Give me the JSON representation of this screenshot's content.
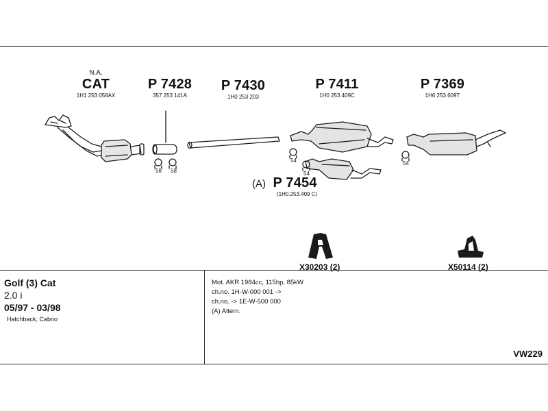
{
  "parts": {
    "cat": {
      "note": "N.A.",
      "code": "CAT",
      "number": "1H1 253 058AX"
    },
    "p7428": {
      "code": "P 7428",
      "number": "357 253 141A"
    },
    "p7430": {
      "code": "P 7430",
      "number": "1H0 253 203"
    },
    "p7411": {
      "code": "P 7411",
      "number": "1H0 253 409C"
    },
    "p7369": {
      "code": "P 7369",
      "number": "1H6 253 609T"
    },
    "p7454": {
      "prefix": "(A)",
      "code": "P 7454",
      "number": "(1H0.253.409 C)"
    }
  },
  "clamps": {
    "left_58a": "58",
    "left_58b": "58",
    "mid_54a": "54",
    "mid_54b": "54",
    "right_54": "54"
  },
  "hangers": {
    "x30203": "X30203 (2)",
    "x50114": "X50114 (2)"
  },
  "vehicle": {
    "model": "Golf (3) Cat",
    "engine": "2.0 i",
    "period": "05/97 - 03/98",
    "body": "Hatchback, Cabrio"
  },
  "details": [
    "Mot. AKR 1984cc, 115hp, 85kW",
    "ch.no. 1H-W-000 001 ->",
    "ch.no. -> 1E-W-500 000",
    "(A) Altern."
  ],
  "reference": "VW229"
}
